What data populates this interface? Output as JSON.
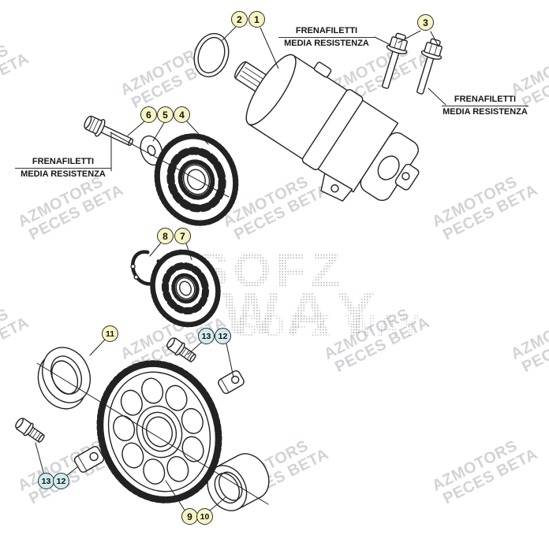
{
  "colors": {
    "callout_yellow": "#f8f5c4",
    "callout_cyan": "#cfecef",
    "line_art": "#222222",
    "watermark_gray": "#b6b9be"
  },
  "watermark": {
    "line1": "AZMOTORS",
    "line2": "PECES BETA"
  },
  "center_watermark": {
    "line1": "SOFZ",
    "line2": "WAY",
    "small": "SOFZ WAY"
  },
  "labels": {
    "threadlock": {
      "line1": "FRENAFILETTI",
      "line2": "MEDIA RESISTENZA"
    }
  },
  "callouts": [
    {
      "num": "2",
      "color": "yellow"
    },
    {
      "num": "1",
      "color": "yellow"
    },
    {
      "num": "3",
      "color": "yellow"
    },
    {
      "num": "6",
      "color": "yellow"
    },
    {
      "num": "5",
      "color": "yellow"
    },
    {
      "num": "4",
      "color": "yellow"
    },
    {
      "num": "8",
      "color": "yellow"
    },
    {
      "num": "7",
      "color": "yellow"
    },
    {
      "num": "11",
      "color": "yellow"
    },
    {
      "num": "13",
      "color": "cyan"
    },
    {
      "num": "12",
      "color": "cyan"
    },
    {
      "num": "13",
      "color": "cyan"
    },
    {
      "num": "12",
      "color": "cyan"
    },
    {
      "num": "9",
      "color": "yellow"
    },
    {
      "num": "10",
      "color": "yellow"
    }
  ]
}
